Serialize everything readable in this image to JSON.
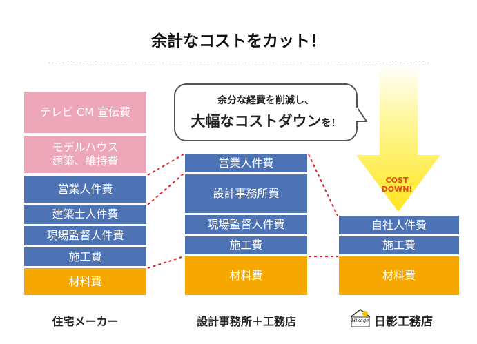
{
  "title": "余計なコストをカット！",
  "bubble": {
    "line1": "余分な経費を削減し、",
    "line2_main": "大幅なコストダウン",
    "line2_suffix": "を！"
  },
  "arrow": {
    "text_line1": "COST",
    "text_line2": "DOWN!"
  },
  "columns": {
    "maker": {
      "label": "住宅メーカー",
      "blocks": {
        "tv_cm": "テレビ CM 宣伝費",
        "model_house_line1": "モデルハウス",
        "model_house_line2": "建築、維持費",
        "sales": "営業人件費",
        "architect": "建築士人件費",
        "supervisor": "現場監督人件費",
        "construction": "施工費",
        "materials": "材料費"
      }
    },
    "office": {
      "label": "設計事務所＋工務店",
      "blocks": {
        "sales": "営業人件費",
        "design_office": "設計事務所費",
        "supervisor": "現場監督人件費",
        "construction": "施工費",
        "materials": "材料費"
      }
    },
    "hikage": {
      "label": "日影工務店",
      "logo_text": "Hikage",
      "blocks": {
        "staff": "自社人件費",
        "construction": "施工費",
        "materials": "材料費"
      }
    }
  },
  "colors": {
    "pink": "#eea7b8",
    "blue": "#4e73b4",
    "orange": "#f7a800",
    "arrow": "#ffe61e",
    "dash": "#e0262a"
  }
}
